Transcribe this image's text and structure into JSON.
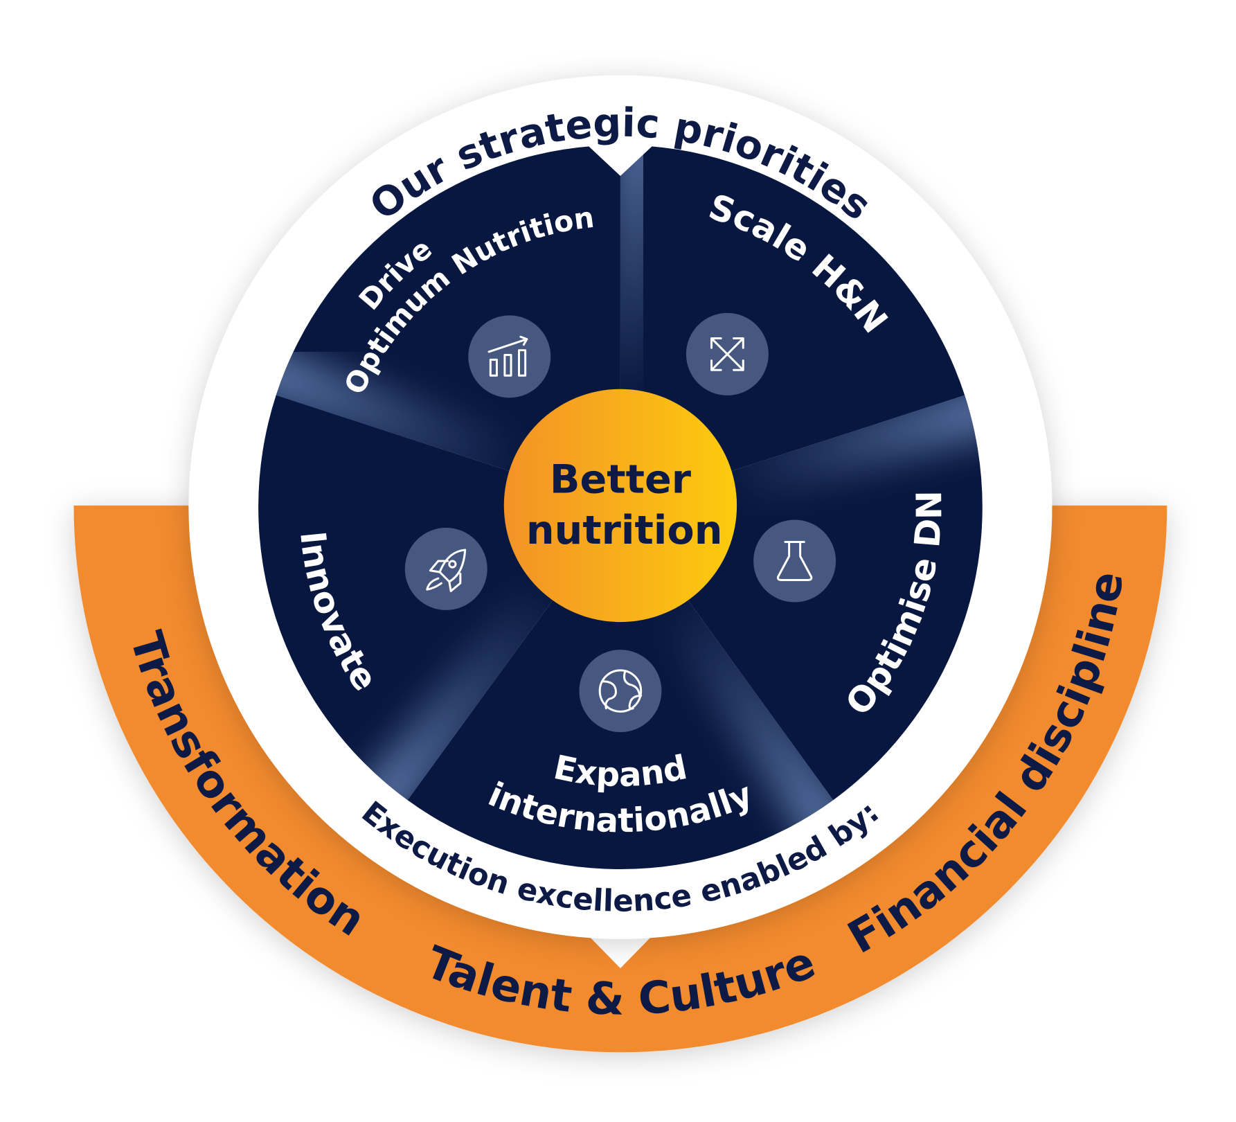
{
  "title": "Our strategic priorities",
  "center": {
    "line1": "Better",
    "line2": "nutrition"
  },
  "priorities": [
    {
      "line1": "Drive",
      "line2": "Optimum Nutrition",
      "icon": "bar-chart-growth-icon"
    },
    {
      "line1": "Scale H&N",
      "icon": "expand-arrows-icon"
    },
    {
      "line1": "Optimise DN",
      "icon": "flask-icon"
    },
    {
      "line1": "Expand",
      "line2": "internationally",
      "icon": "globe-icon"
    },
    {
      "line1": "Innovate",
      "icon": "rocket-icon"
    }
  ],
  "enablers": {
    "heading": "Execution excellence enabled by:",
    "items": [
      "Transformation",
      "Talent & Culture",
      "Financial discipline"
    ]
  },
  "colors": {
    "navy": "#07173f",
    "orange": "#f28a2e",
    "center_start": "#f39227",
    "center_end": "#fdcb0e",
    "icon_circle": "#46587f"
  }
}
